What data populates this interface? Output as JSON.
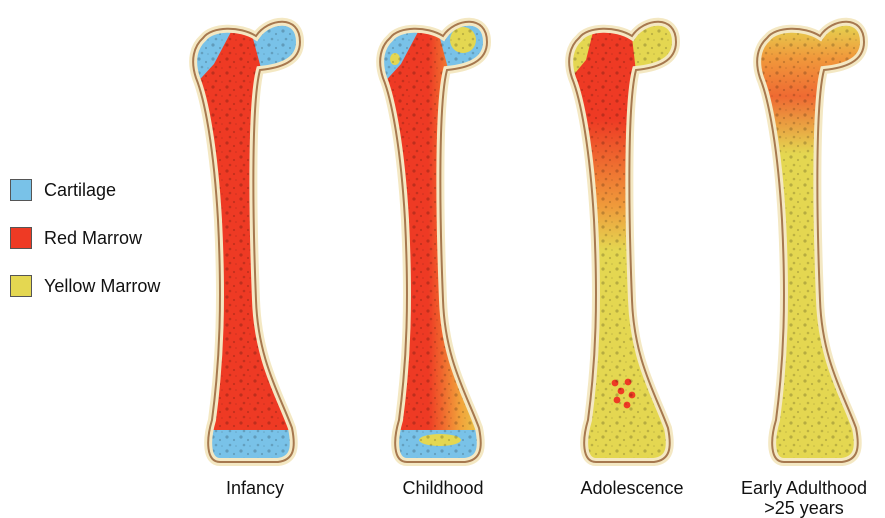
{
  "legend": [
    {
      "label": "Cartilage",
      "color": "#79c2e8"
    },
    {
      "label": "Red Marrow",
      "color": "#ee3a24"
    },
    {
      "label": "Yellow Marrow",
      "color": "#e4d751"
    }
  ],
  "stages": [
    {
      "caption": "Infancy"
    },
    {
      "caption": "Childhood"
    },
    {
      "caption": "Adolescence"
    },
    {
      "caption": "Early Adulthood",
      "caption2": ">25 years"
    }
  ],
  "colors": {
    "cartilage": "#79c2e8",
    "red_marrow": "#ee3a24",
    "yellow_marrow": "#e4d751",
    "bone_outline": "#a6784f",
    "bone_wall": "#f4e8c3"
  }
}
